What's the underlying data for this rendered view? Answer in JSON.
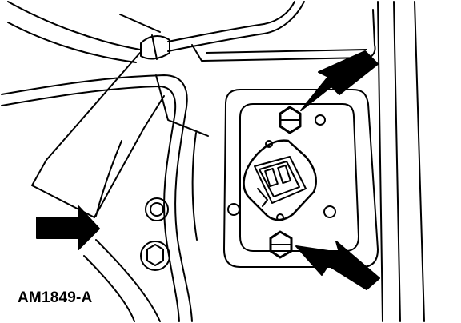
{
  "figure": {
    "caption": "AM1849-A",
    "line_color": "#000000",
    "background_color": "#ffffff",
    "callouts": [
      {
        "name": "upper-bolt-arrow",
        "points_to": "upper-hex-bolt"
      },
      {
        "name": "lower-bolt-arrow",
        "points_to": "lower-hex-bolt"
      },
      {
        "name": "left-arrow",
        "points_to": "wiring-harness"
      }
    ]
  }
}
